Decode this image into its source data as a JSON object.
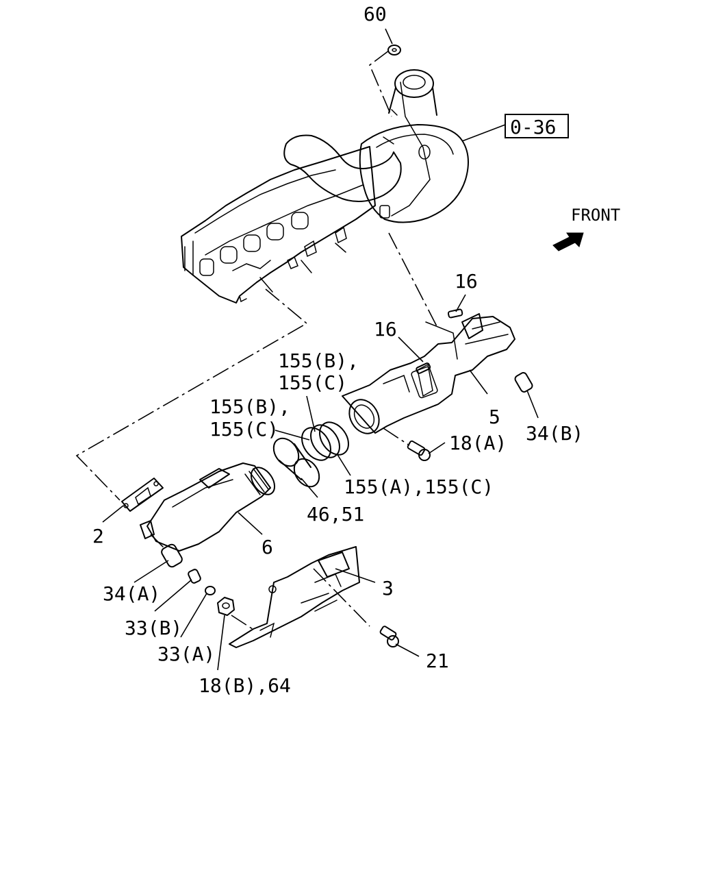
{
  "callouts": {
    "c60": "60",
    "ref": "0-36",
    "front": "FRONT",
    "c16a": "16",
    "c16b": "16",
    "c155b_c_top_1": "155(B),",
    "c155b_c_top_2": "155(C)",
    "c155b_c_left_1": "155(B),",
    "c155b_c_left_2": "155(C)",
    "c5": "5",
    "c18a": "18(A)",
    "c34b": "34(B)",
    "c155a_c": "155(A),155(C)",
    "c46_51": "46,51",
    "c2": "2",
    "c6": "6",
    "c3": "3",
    "c34a": "34(A)",
    "c33b": "33(B)",
    "c33a": "33(A)",
    "c18b_64": "18(B),64",
    "c21": "21"
  },
  "icons": {
    "front_arrow": "front-arrow-icon"
  },
  "colors": {
    "ink": "#000000",
    "paper": "#ffffff"
  }
}
